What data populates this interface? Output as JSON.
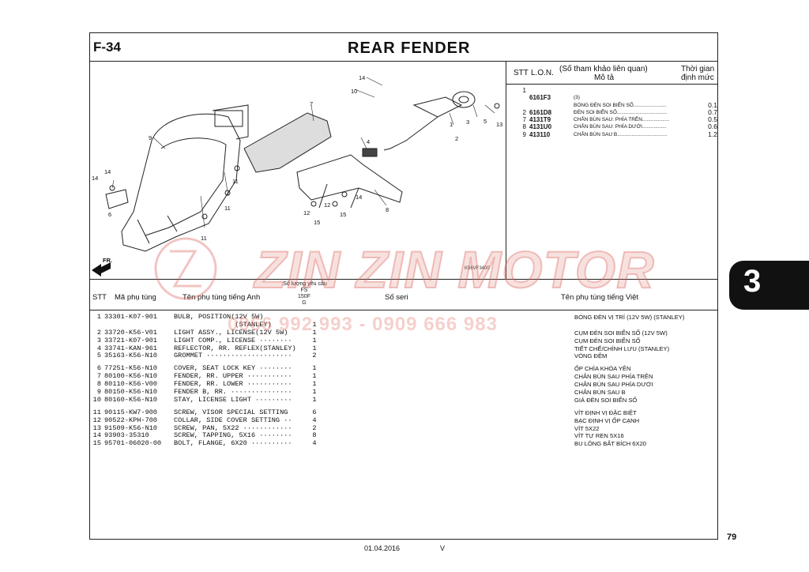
{
  "header": {
    "section_code": "F-34",
    "title": "REAR FENDER"
  },
  "diagram": {
    "code": "K56VF3400",
    "labels": [
      "1",
      "2",
      "3",
      "4",
      "5",
      "6",
      "7",
      "8",
      "9",
      "10",
      "11",
      "11",
      "11",
      "12",
      "12",
      "13",
      "14",
      "14",
      "14",
      "14",
      "15",
      "15"
    ],
    "front_label": "FR."
  },
  "lon_table": {
    "head_stt": "STT",
    "head_lon": "L.O.N.",
    "head_ref": "(Số tham khảo liên quan)",
    "head_desc": "Mô tả",
    "head_time_1": "Thời gian",
    "head_time_2": "định mức",
    "rows": [
      {
        "stt": "1",
        "lon": "",
        "desc": "",
        "time": ""
      },
      {
        "stt": "",
        "lon": "6161F3",
        "desc": "(3)",
        "time": ""
      },
      {
        "stt": "",
        "lon": "",
        "desc": "BÓNG ĐÈN SOI BIỂN SỐ.......................",
        "time": "0.1"
      },
      {
        "stt": "2",
        "lon": "6161D8",
        "desc": "ĐÈN SOI BIỂN SỐ...................................",
        "time": "0.7"
      },
      {
        "stt": "7",
        "lon": "4131T9",
        "desc": "CHẮN BÙN SAU: PHÍA TRÊN...................",
        "time": "0.5"
      },
      {
        "stt": "8",
        "lon": "4131U0",
        "desc": "CHẮN BÙN SAU: PHÍA DƯỚI.................",
        "time": "0.6"
      },
      {
        "stt": "9",
        "lon": "413110",
        "desc": "CHẮN BÙN SAU B...................................",
        "time": "1.2"
      }
    ]
  },
  "chapter_tab": "3",
  "parts_table": {
    "head_stt": "STT",
    "head_part_no": "Mã phụ tùng",
    "head_en": "Tên phụ tùng tiếng Anh",
    "qty_head_1": "Số lượng yêu cầu",
    "qty_head_2": "FS",
    "qty_head_3": "150F",
    "qty_head_4": "G",
    "head_serial": "Số seri",
    "head_vi": "Tên phụ tùng tiếng Việt",
    "groups": [
      [
        {
          "no": "1",
          "pn": "33301-K07-901",
          "en": "BULB, POSITION(12V 5W)",
          "qty": "",
          "vi": "BÓNG ĐÈN VỊ TRÍ (12V 5W) (STANLEY)"
        },
        {
          "no": "",
          "pn": "",
          "en": "               (STANLEY)",
          "qty": "1",
          "vi": ""
        },
        {
          "no": "2",
          "pn": "33720-K56-V01",
          "en": "LIGHT ASSY., LICENSE(12V 5W)",
          "qty": "1",
          "vi": "CỤM ĐÈN SOI BIỂN SỐ (12V 5W)"
        },
        {
          "no": "3",
          "pn": "33721-K07-901",
          "en": "LIGHT COMP., LICENSE ········",
          "qty": "1",
          "vi": "CỤM ĐÈN SOI BIỂN SỐ"
        },
        {
          "no": "4",
          "pn": "33741-KAN-961",
          "en": "REFLECTOR, RR. REFLEX(STANLEY)",
          "qty": "1",
          "vi": "TIẾT CHẾ/CHỈNH LƯU (STANLEY)"
        },
        {
          "no": "5",
          "pn": "35163-K56-N10",
          "en": "GROMMET ·····················",
          "qty": "2",
          "vi": "VÒNG ĐỆM"
        }
      ],
      [
        {
          "no": "6",
          "pn": "77251-K56-N10",
          "en": "COVER, SEAT LOCK KEY ········",
          "qty": "1",
          "vi": "ỐP CHÌA KHÓA YÊN"
        },
        {
          "no": "7",
          "pn": "80100-K56-N10",
          "en": "FENDER, RR. UPPER ···········",
          "qty": "1",
          "vi": "CHẮN BÙN SAU PHÍA TRÊN"
        },
        {
          "no": "8",
          "pn": "80110-K56-V00",
          "en": "FENDER, RR. LOWER ···········",
          "qty": "1",
          "vi": "CHẮN BÙN SAU PHÍA DƯỚI"
        },
        {
          "no": "9",
          "pn": "80150-K56-N10",
          "en": "FENDER B, RR. ···············",
          "qty": "1",
          "vi": "CHẮN BÙN SAU B"
        },
        {
          "no": "10",
          "pn": "80160-K56-N10",
          "en": "STAY, LICENSE LIGHT ·········",
          "qty": "1",
          "vi": "GIÁ ĐÈN SOI BIỂN SỐ"
        }
      ],
      [
        {
          "no": "11",
          "pn": "90115-KW7-900",
          "en": "SCREW, VISOR SPECIAL SETTING",
          "qty": "6",
          "vi": "VÍT ĐỊNH VỊ ĐẶC BIỆT"
        },
        {
          "no": "12",
          "pn": "90522-KPH-700",
          "en": "COLLAR, SIDE COVER SETTING ··",
          "qty": "4",
          "vi": "BẠC ĐỊNH VỊ ỐP CẠNH"
        },
        {
          "no": "13",
          "pn": "91509-K56-N10",
          "en": "SCREW, PAN, 5X22 ············",
          "qty": "2",
          "vi": "VÍT 5X22"
        },
        {
          "no": "14",
          "pn": "93903-35310",
          "en": "SCREW, TAPPING, 5X16 ········",
          "qty": "8",
          "vi": "VÍT TỰ REN 5X16"
        },
        {
          "no": "15",
          "pn": "95701-06020-00",
          "en": "BOLT, FLANGE, 6X20 ··········",
          "qty": "4",
          "vi": "BU LÔNG BẮT BÍCH 6X20"
        }
      ]
    ]
  },
  "watermark": {
    "brand": "ZIN ZIN MOTOR",
    "phone": "0966 992 993 - 0909 666 983"
  },
  "footer": {
    "page_number": "79",
    "date": "01.04.2016",
    "version": "V"
  }
}
